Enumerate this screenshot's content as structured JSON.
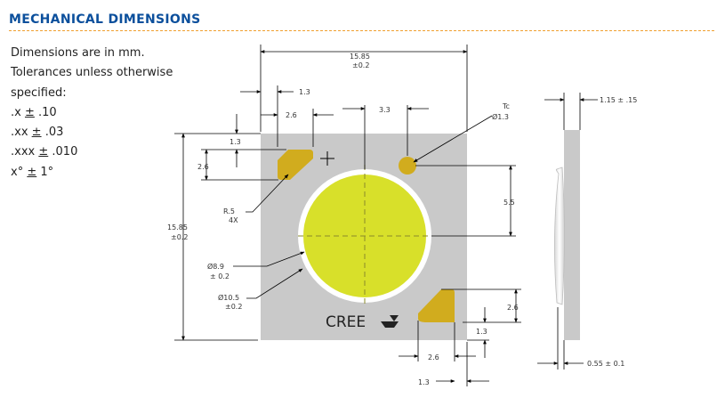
{
  "header": {
    "title": "MECHANICAL DIMENSIONS"
  },
  "notes": {
    "line1": "Dimensions are in mm.",
    "line2": "Tolerances unless otherwise",
    "line3": "specified:",
    "tol1_a": ".x ",
    "tol1_pm": "±",
    "tol1_b": " .10",
    "tol2_a": ".xx ",
    "tol2_pm": "±",
    "tol2_b": " .03",
    "tol3_a": ".xxx ",
    "tol3_pm": "±",
    "tol3_b": " .010",
    "tol4_a": "x° ",
    "tol4_pm": "±",
    "tol4_b": " 1°"
  },
  "dims": {
    "width": "15.85",
    "width_tol": "±0.2",
    "d13_top": "1.3",
    "d26_top": "2.6",
    "d33": "3.3",
    "tc": "Tc",
    "tc_dia": "Ø1.3",
    "d13_left": "1.3",
    "d26_left": "2.6",
    "height": "15.85",
    "height_tol": "±0.2",
    "r5": "R.5",
    "r5_count": "4X",
    "d55": "5.5",
    "dia89": "Ø8.9",
    "dia89_tol": "± 0.2",
    "dia105": "Ø10.5",
    "dia105_tol": "±0.2",
    "d26_right": "2.6",
    "d13_bottom": "1.3",
    "d26_bottom": "2.6",
    "d13_bottom2": "1.3",
    "side_top": "1.15 ±  .15",
    "side_bottom": "0.55 ± 0.1"
  },
  "brand": {
    "logo_text": "CREE"
  },
  "colors": {
    "title": "#0b4f9c",
    "substrate": "#c9c9c9",
    "emitter": "#d8e02a",
    "pad": "#d1ac1e"
  }
}
